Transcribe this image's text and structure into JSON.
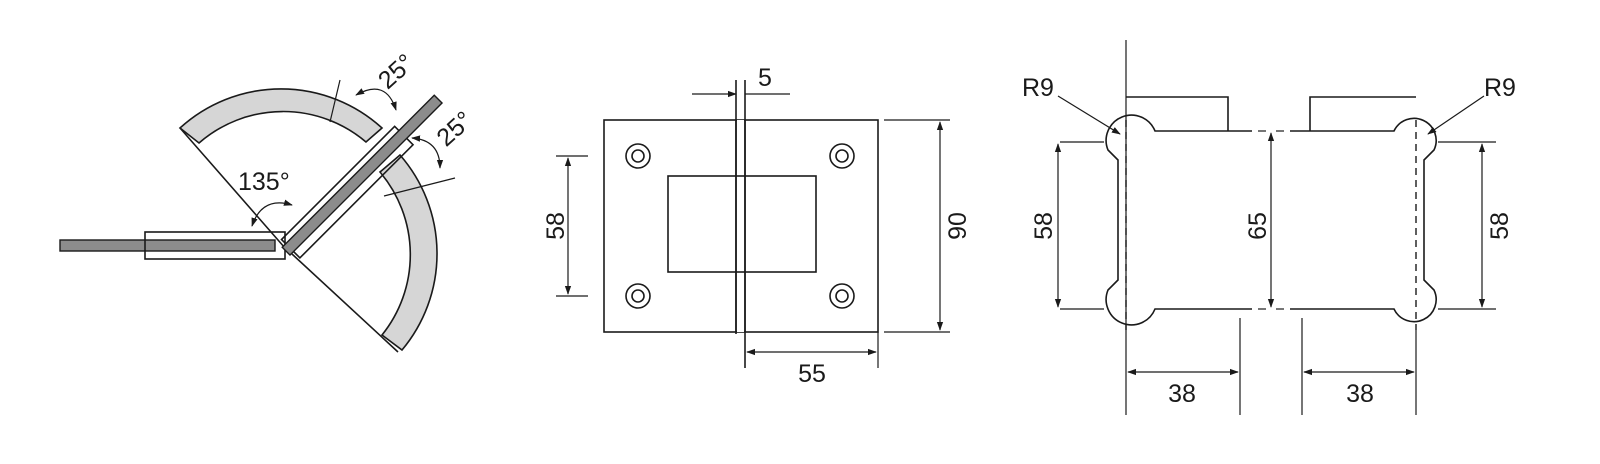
{
  "views": {
    "opening_angles": {
      "angle_main": "135°",
      "angle_upper": "25°",
      "angle_lower": "25°"
    },
    "front_view": {
      "gap": "5",
      "plate_height": "90",
      "hole_spacing": "58",
      "leaf_width": "55"
    },
    "cutout_view": {
      "radius_left": "R9",
      "radius_right": "R9",
      "span_left": "58",
      "span_center": "65",
      "span_right": "58",
      "offset_left": "38",
      "offset_right": "38"
    }
  },
  "colors": {
    "line": "#1a1a1a",
    "fill_gray": "#d6d6d6",
    "rod": "#8c8c8c"
  }
}
